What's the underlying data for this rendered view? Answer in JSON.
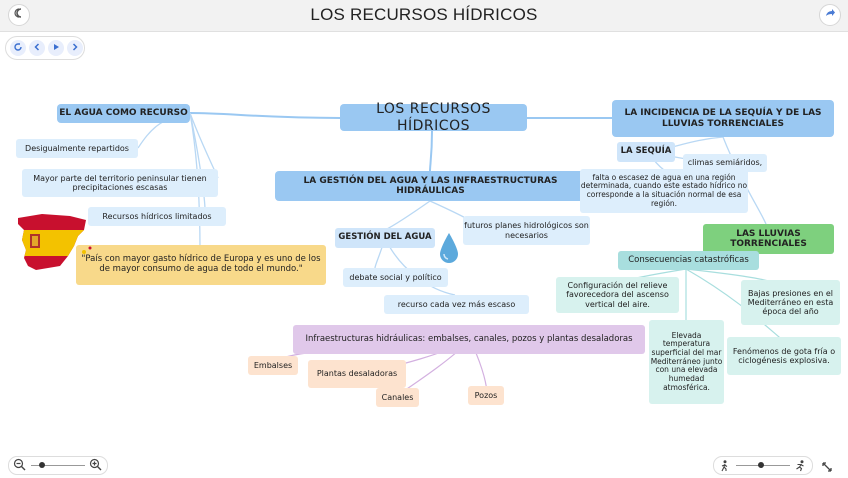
{
  "header": {
    "title": "LOS RECURSOS HÍDRICOS"
  },
  "icons": {
    "back": "back-icon",
    "share": "share-icon",
    "nav": [
      "refresh-icon",
      "previous-icon",
      "play-icon",
      "next-icon"
    ],
    "zoom_out": "zoom-out-icon",
    "zoom_in": "zoom-in-icon",
    "walk": "walk-icon",
    "run": "run-icon",
    "fullscreen": "fullscreen-icon"
  },
  "map": {
    "main": "LOS RECURSOS HÍDRICOS",
    "agua_recurso": "EL AGUA COMO RECURSO",
    "desigual": "Desigualmente repartidos",
    "mayor_parte": "Mayor parte del territorio peninsular tienen precipitaciones escasas",
    "limitados": "Recursos hídricos limitados",
    "quote": "\"País con mayor gasto hídrico de Europa y es uno de los de mayor consumo de agua de todo el mundo.\"",
    "gestion_title": "LA GESTIÓN DEL AGUA Y LAS INFRAESTRUCTURAS HIDRÁULICAS",
    "gestion_agua": "GESTIÓN DEL AGUA",
    "futuros": "futuros planes hidrológicos son necesarios",
    "debate": "debate social y político",
    "escaso": "recurso cada vez más escaso",
    "infra": "Infraestructuras hidráulicas: embalses, canales, pozos y plantas desaladoras",
    "embalses": "Embalses",
    "plantas": "Plantas desaladoras",
    "canales": "Canales",
    "pozos": "Pozos",
    "incidencia": "LA INCIDENCIA DE LA SEQUÍA Y DE LAS LLUVIAS TORRENCIALES",
    "sequia": "LA SEQUÍA",
    "climas": "climas semiáridos,",
    "falta": "falta o escasez de agua en una región determinada, cuando este estado hídrico no corresponde a la situación normal de esa región.",
    "lluvias": "LAS LLUVIAS TORRENCIALES",
    "consecuencias": "Consecuencias catastróficas",
    "configuracion": "Configuración del relieve favorecedora del ascenso vertical del aire.",
    "elevada": "Elevada temperatura superficial del mar Mediterráneo junto con una elevada humedad atmosférica.",
    "bajas": "Bajas presiones en el Mediterráneo en esta época del año",
    "fenomenos": "Fenómenos de gota fría o ciclogénesis explosiva."
  },
  "colors": {
    "blue": "#9ac8f2",
    "pale_blue": "#ddeefc",
    "teal": "#a8dede",
    "green": "#7ed07e",
    "yellow": "#f8d98a",
    "purple": "#e0c8ea",
    "peach": "#fde3cf"
  }
}
